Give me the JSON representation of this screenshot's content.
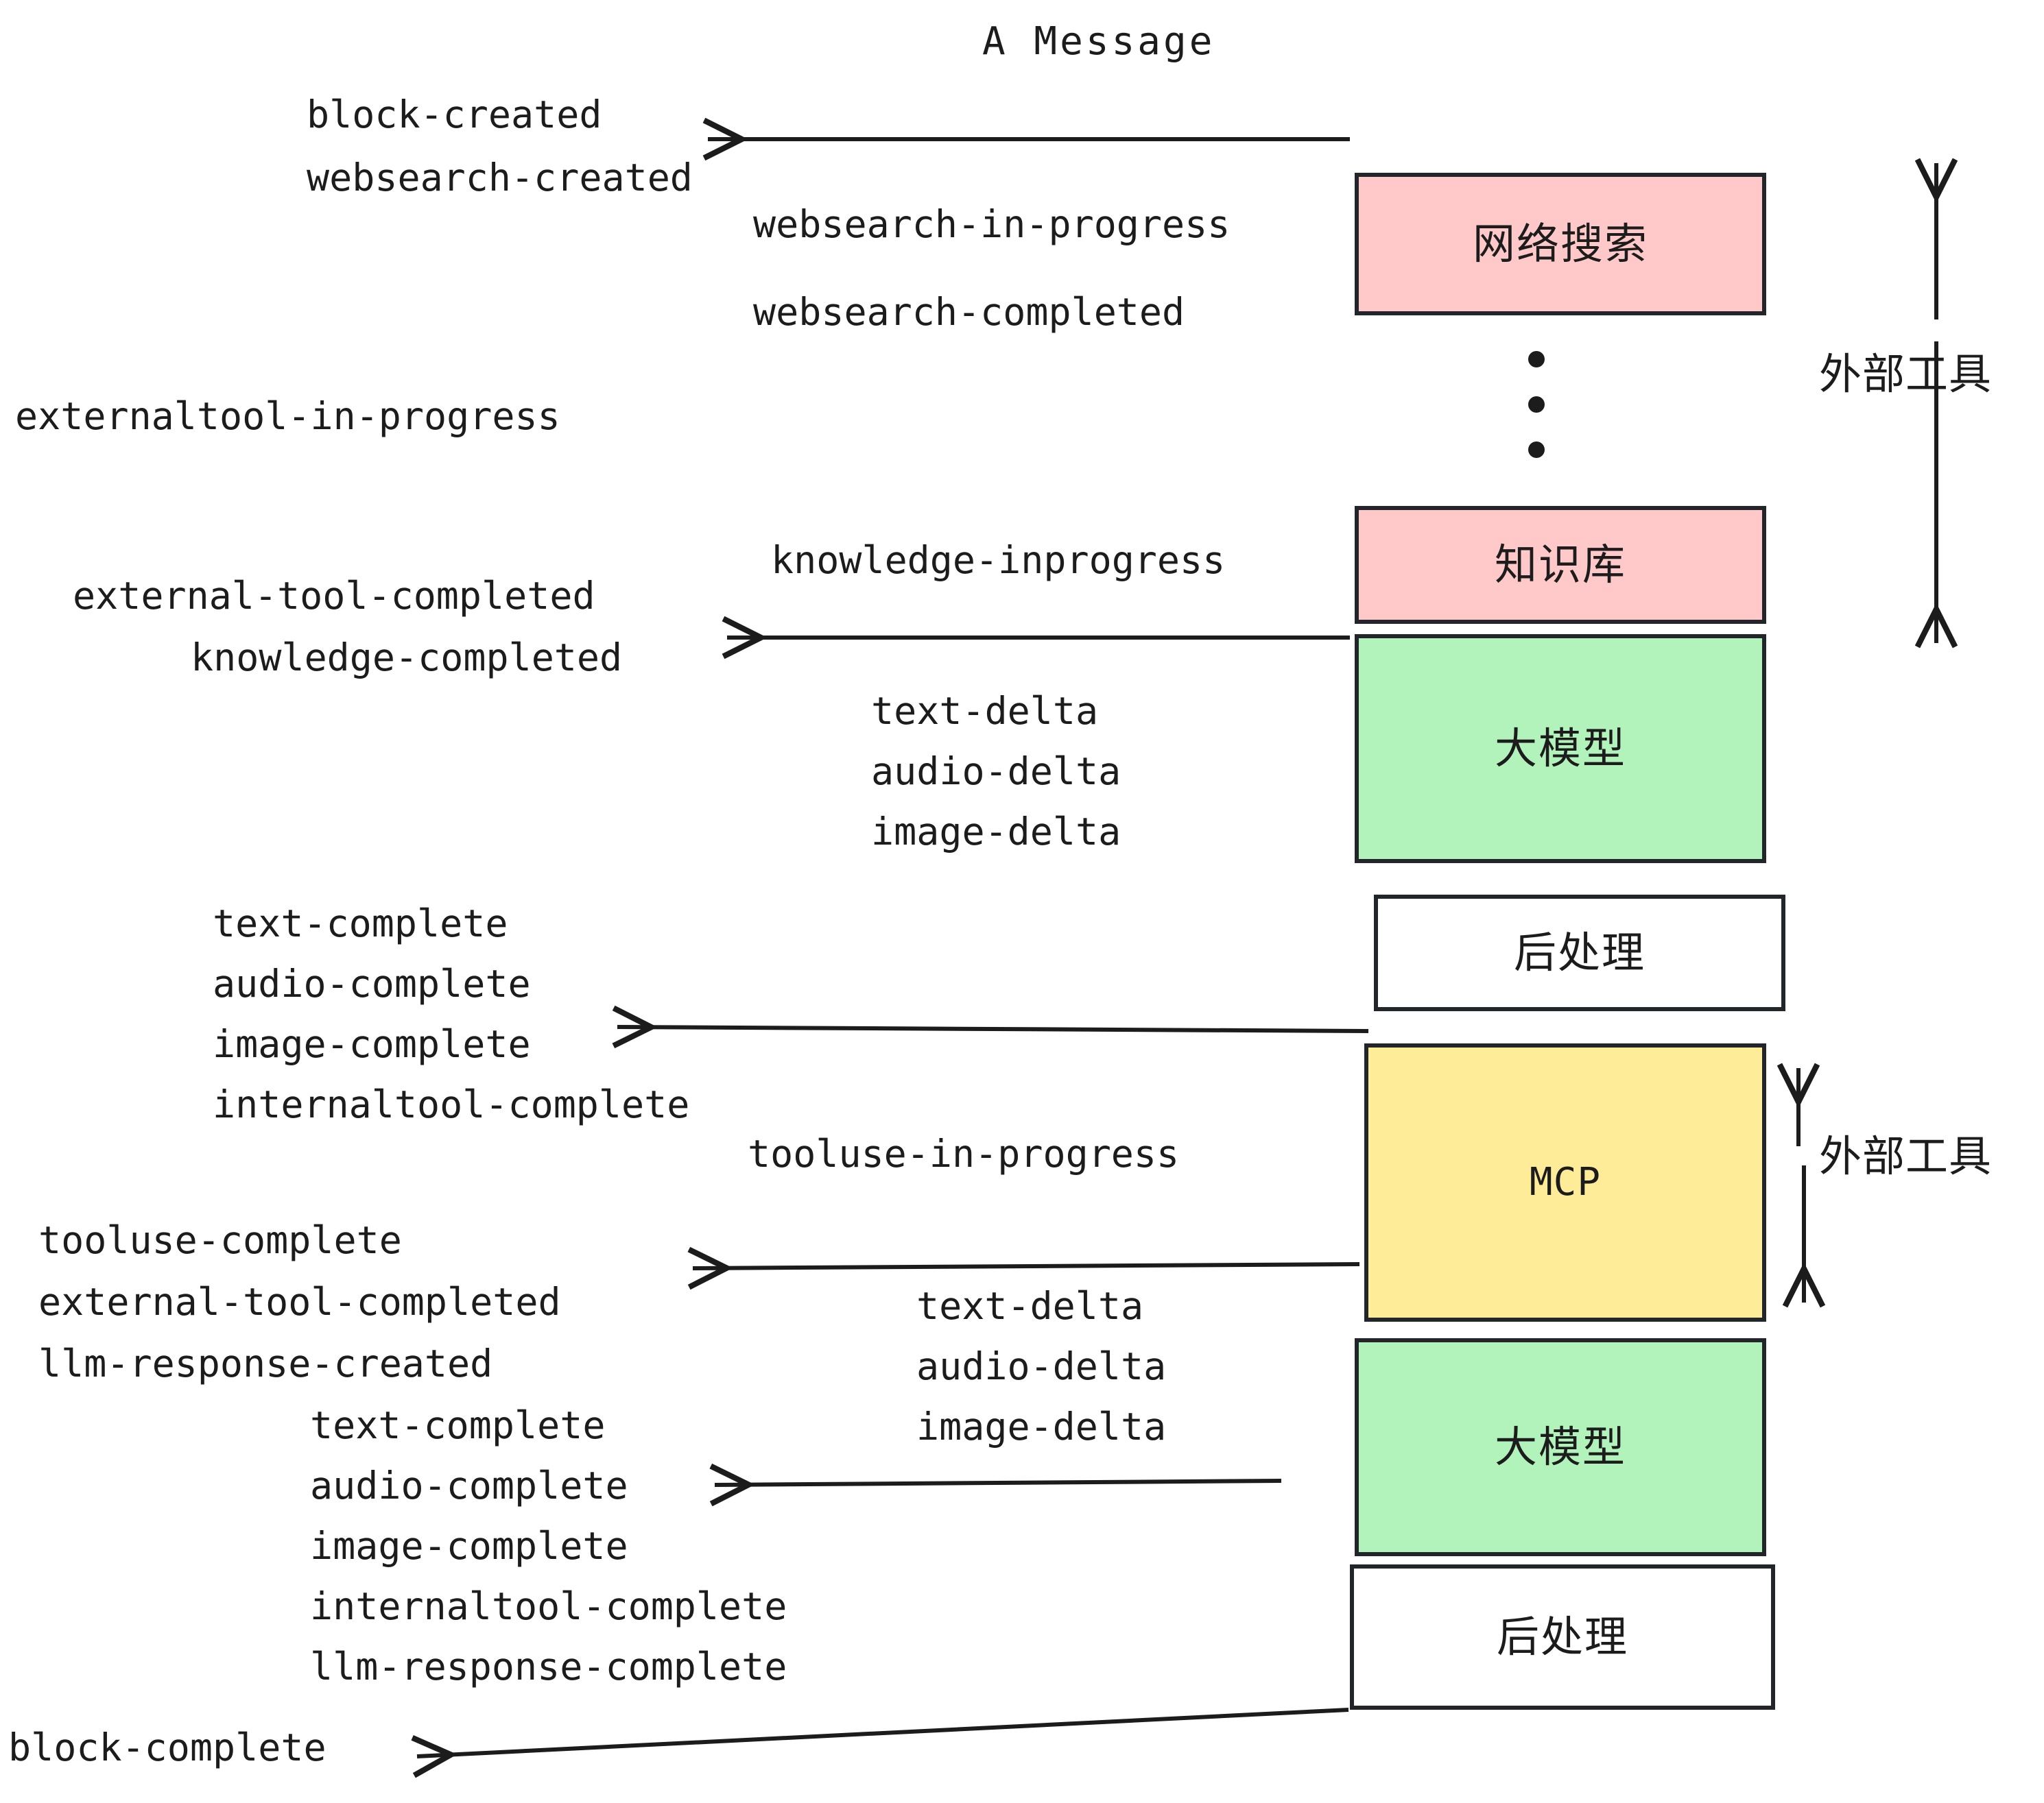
{
  "diagram": {
    "title": "A Message",
    "colors": {
      "pink": "#FFC9C9",
      "green": "#B2F2BB",
      "yellow": "#FFEC99",
      "white": "#FFFFFF",
      "stroke": "#22262b",
      "text": "#1c1c1c"
    },
    "nodes": [
      {
        "label": "网络搜索",
        "fill": "#FFC9C9",
        "kind": "cn"
      },
      {
        "label": "知识库",
        "fill": "#FFC9C9",
        "kind": "cn"
      },
      {
        "label": "大模型",
        "fill": "#B2F2BB",
        "kind": "cn"
      },
      {
        "label": "后处理",
        "fill": "#FFFFFF",
        "kind": "cn"
      },
      {
        "label": "MCP",
        "fill": "#FFEC99",
        "kind": "en"
      },
      {
        "label": "大模型",
        "fill": "#B2F2BB",
        "kind": "cn"
      },
      {
        "label": "后处理",
        "fill": "#FFFFFF",
        "kind": "cn"
      }
    ],
    "group_labels": [
      {
        "label": "外部工具"
      },
      {
        "label": "外部工具"
      }
    ],
    "events": [
      "block-created",
      "websearch-created",
      "websearch-in-progress",
      "websearch-completed",
      "externaltool-in-progress",
      "knowledge-inprogress",
      "external-tool-completed",
      "knowledge-completed",
      "text-delta",
      "audio-delta",
      "image-delta",
      "text-complete",
      "audio-complete",
      "image-complete",
      "internaltool-complete",
      "tooluse-in-progress",
      "tooluse-complete",
      "external-tool-completed",
      "llm-response-created",
      "text-complete",
      "audio-complete",
      "image-complete",
      "internaltool-complete",
      "llm-response-complete",
      "block-complete"
    ],
    "dots_label": "vertical-ellipsis"
  }
}
